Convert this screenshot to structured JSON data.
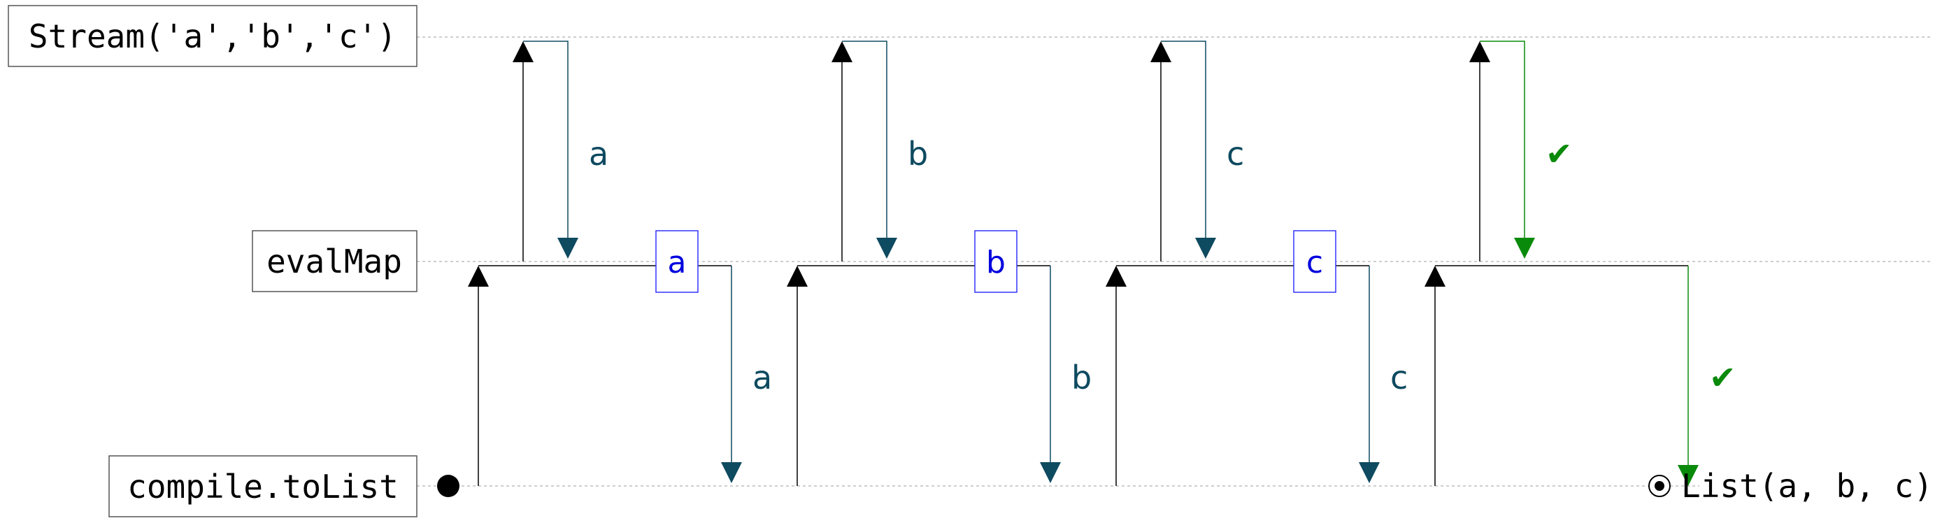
{
  "lanes": [
    {
      "id": "source",
      "label": "Stream('a','b','c')"
    },
    {
      "id": "evalmap",
      "label": "evalMap"
    },
    {
      "id": "compile",
      "label": "compile.toList"
    }
  ],
  "steps": [
    {
      "emit_label": "a",
      "eval_label": "a",
      "final": false
    },
    {
      "emit_label": "b",
      "eval_label": "b",
      "final": false
    },
    {
      "emit_label": "c",
      "eval_label": "c",
      "final": false
    },
    {
      "emit_label": "✔",
      "eval_label": "",
      "final": true
    }
  ],
  "result": {
    "label": "List(a, b, c)"
  },
  "colors": {
    "pull": "#000000",
    "emit": "#0e4a60",
    "complete": "#0a8a0a",
    "eval_box": "#3333ff",
    "eval_text": "#0000dd",
    "lane": "#bdbdbd"
  }
}
